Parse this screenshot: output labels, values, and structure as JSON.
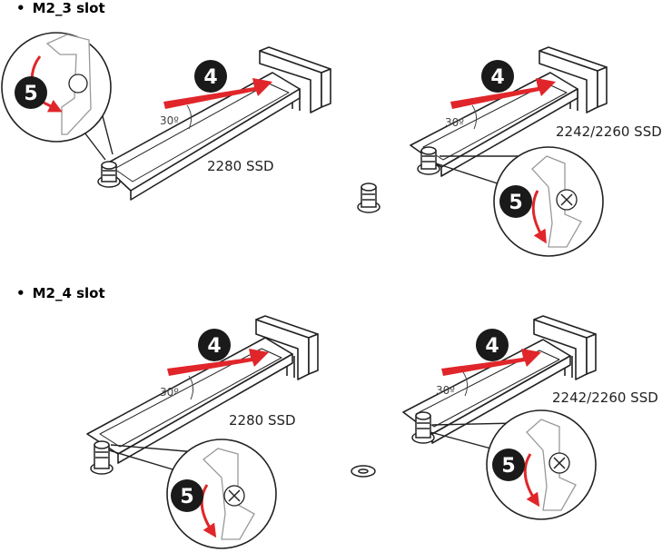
{
  "sections": [
    {
      "title": "M2_3 slot",
      "panels": [
        {
          "ssd_label": "2280 SSD",
          "angle_label": "30º",
          "step_insert": "4",
          "step_secure": "5"
        },
        {
          "ssd_label": "2242/2260 SSD",
          "angle_label": "30º",
          "step_insert": "4",
          "step_secure": "5"
        }
      ]
    },
    {
      "title": "M2_4 slot",
      "panels": [
        {
          "ssd_label": "2280 SSD",
          "angle_label": "30º",
          "step_insert": "4",
          "step_secure": "5"
        },
        {
          "ssd_label": "2242/2260 SSD",
          "angle_label": "30º",
          "step_insert": "4",
          "step_secure": "5"
        }
      ]
    }
  ],
  "bullet": "•",
  "colors": {
    "accent_red": "#e0262a",
    "badge_bg": "#1a1a1a",
    "line": "#222222"
  },
  "icons": [
    "m2-slot-icon",
    "ssd-card-icon",
    "standoff-icon",
    "latch-clip-icon",
    "washer-icon",
    "step-badge-icon",
    "insert-arrow-icon",
    "rotate-arrow-icon"
  ]
}
